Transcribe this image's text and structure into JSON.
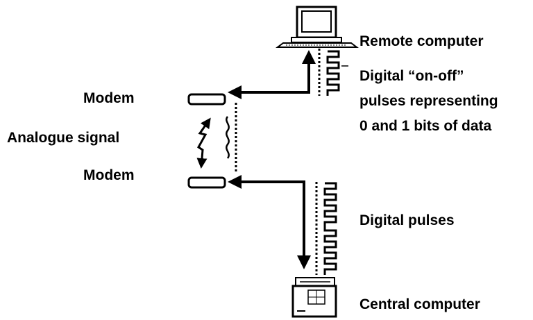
{
  "labels": {
    "remote_computer": "Remote computer",
    "digital_on_off": "Digital “on-off”",
    "pulses_representing": "pulses representing",
    "bits_of_data": "0 and 1 bits of data",
    "modem_top": "Modem",
    "analogue_signal": "Analogue signal",
    "modem_bottom": "Modem",
    "digital_pulses": "Digital pulses",
    "central_computer": "Central computer"
  },
  "icons": {
    "remote": "remote-computer-icon",
    "modem": "modem-icon",
    "central": "central-computer-icon"
  }
}
